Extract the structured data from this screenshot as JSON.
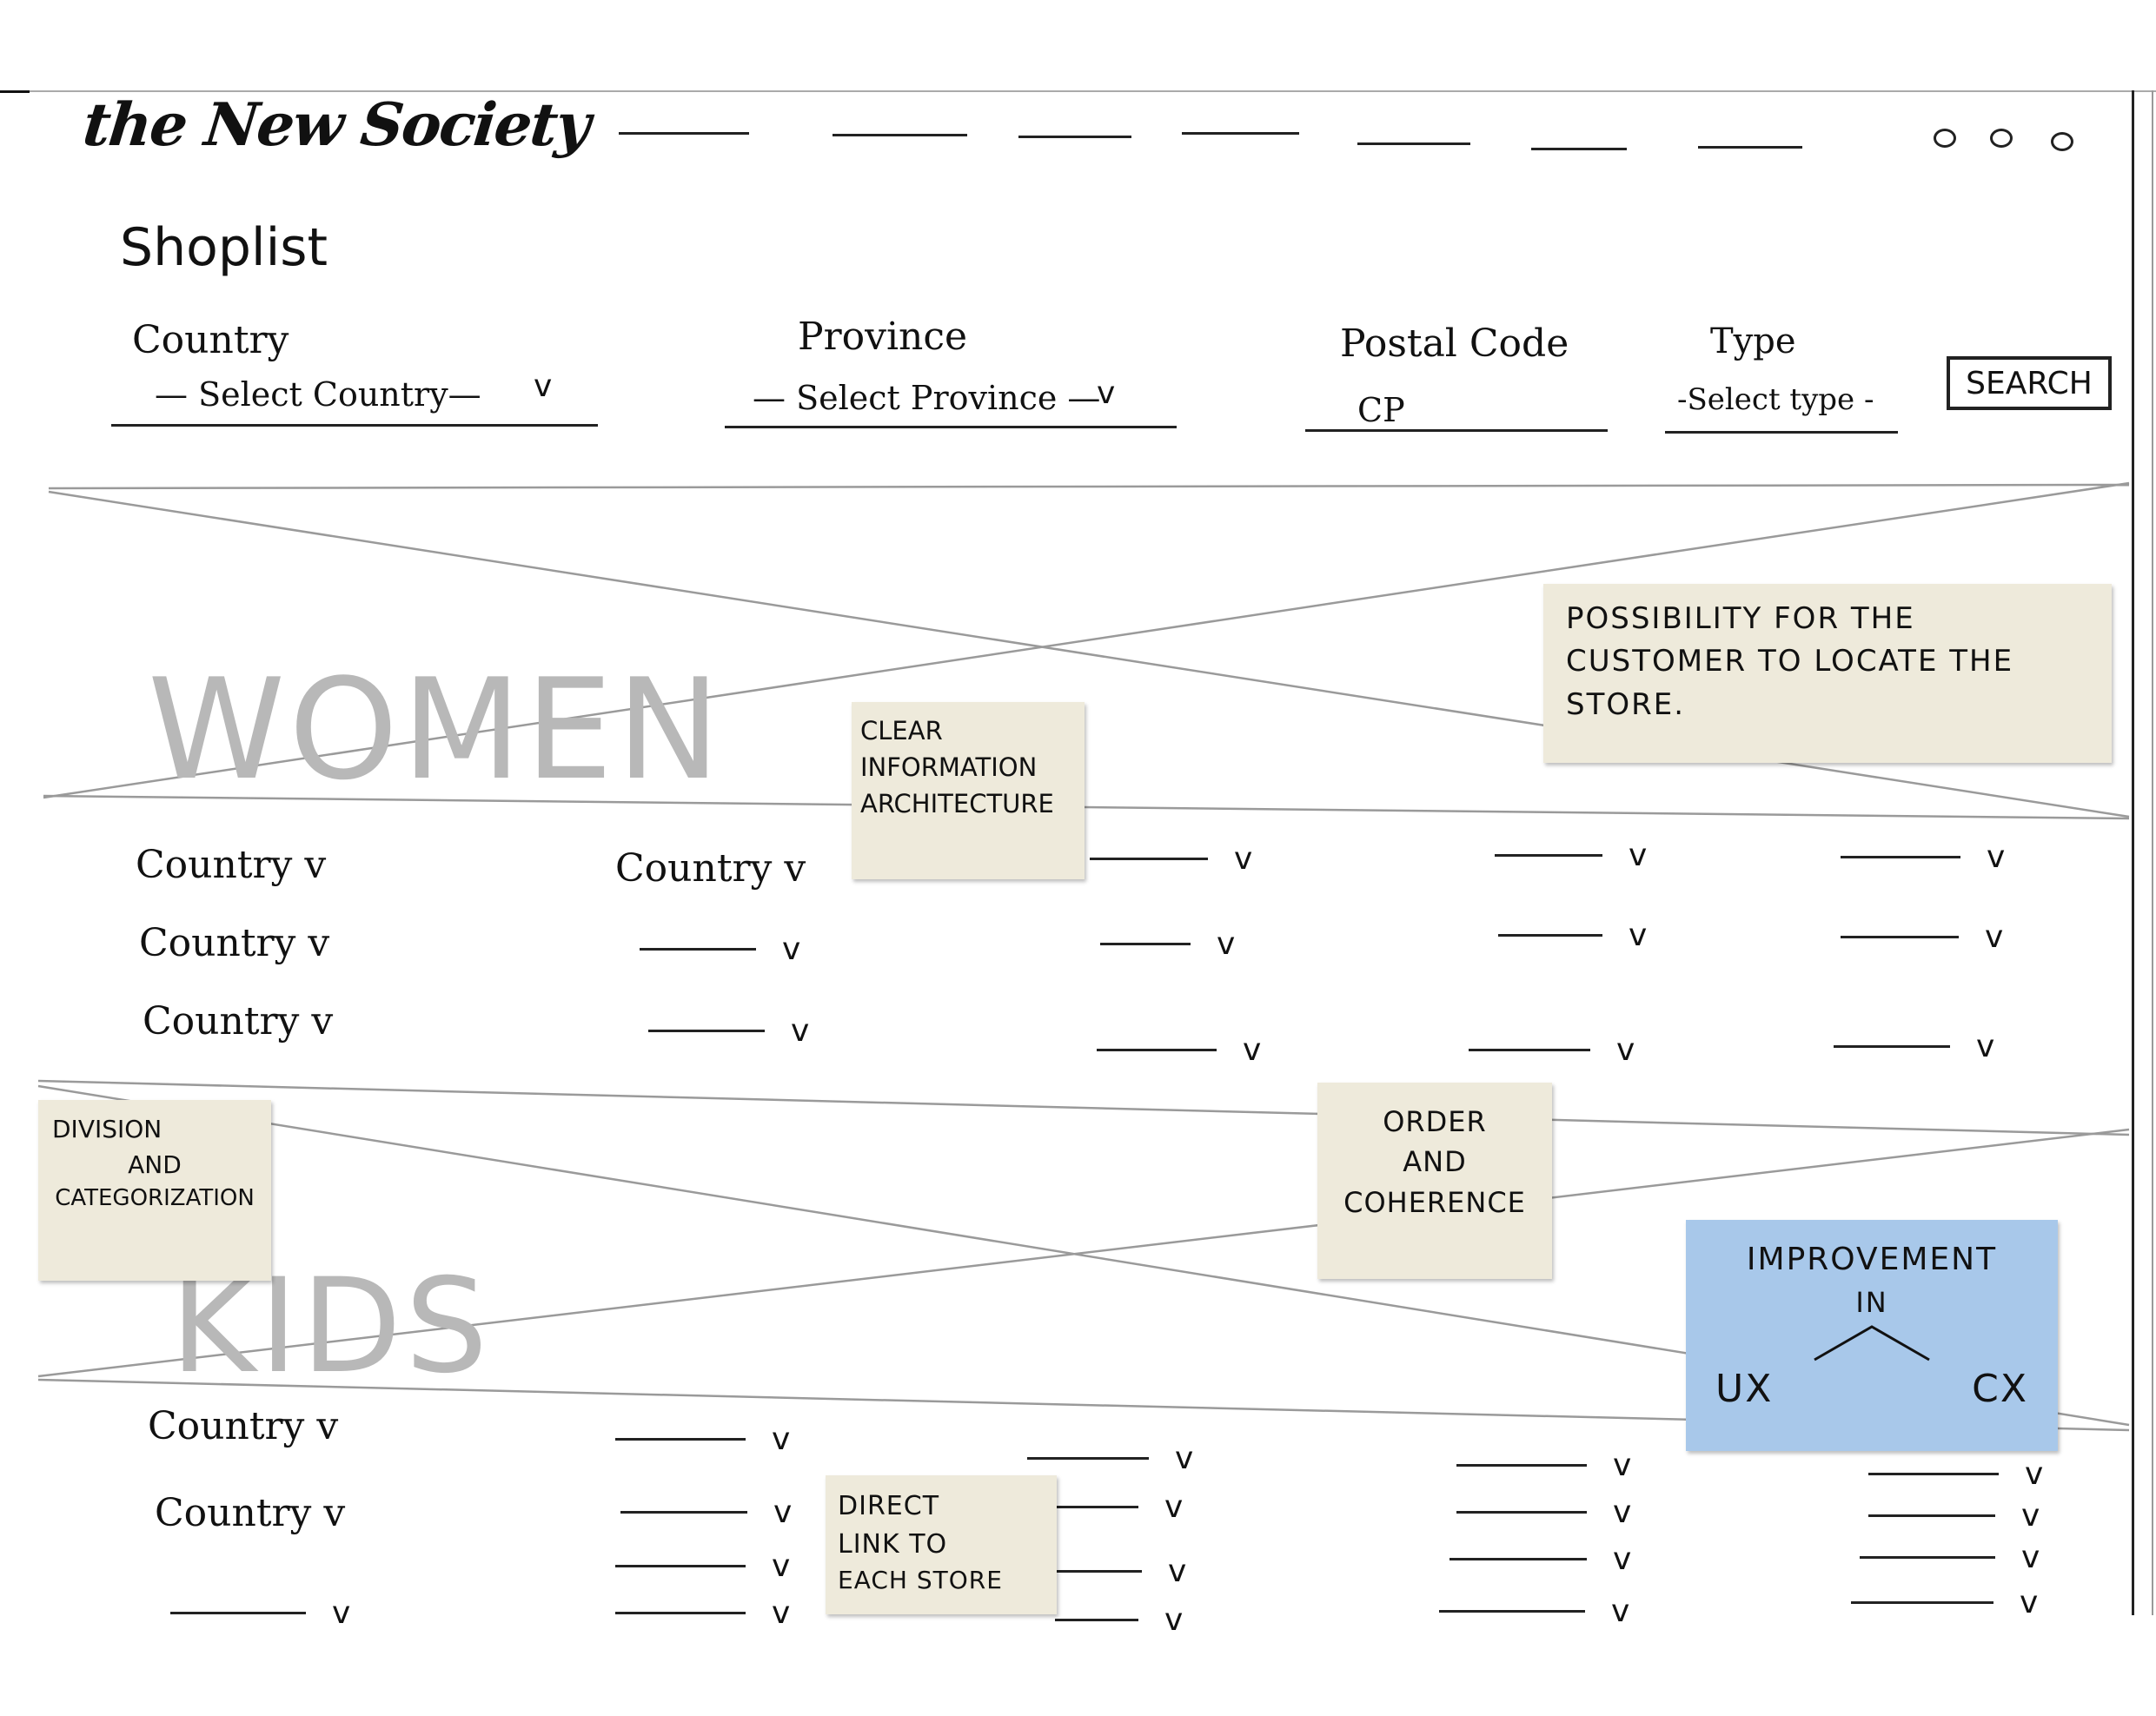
{
  "header": {
    "logo": "the New Society"
  },
  "page_title": "Shoplist",
  "filters": {
    "country": {
      "label": "Country",
      "value": "— Select Country—"
    },
    "province": {
      "label": "Province",
      "value": "— Select Province —"
    },
    "postal": {
      "label": "Postal Code",
      "value": "CP"
    },
    "type": {
      "label": "Type",
      "value": "-Select type -"
    },
    "search_label": "SEARCH"
  },
  "women": {
    "heading": "WOMEN",
    "col1": [
      "Country",
      "Country",
      "Country"
    ],
    "col2_first": "Country"
  },
  "kids": {
    "heading": "KIDS",
    "col1": [
      "Country",
      "Country"
    ]
  },
  "chevron": "v",
  "notes": {
    "locate": "POSSIBILITY FOR THE CUSTOMER TO LOCATE THE STORE.",
    "ia_line1": "CLEAR",
    "ia_line2": "INFORMATION",
    "ia_line3": "ARCHITECTURE",
    "division_line1": "DIVISION",
    "division_line2": "AND",
    "division_line3": "CATEGORIZATION",
    "order_line1": "ORDER",
    "order_line2": "AND",
    "order_line3": "COHERENCE",
    "improvement_line1": "IMPROVEMENT",
    "improvement_line2": "IN",
    "ux": "UX",
    "cx": "CX",
    "direct_line1": "DIRECT",
    "direct_line2": "LINK TO",
    "direct_line3": "EACH STORE"
  }
}
